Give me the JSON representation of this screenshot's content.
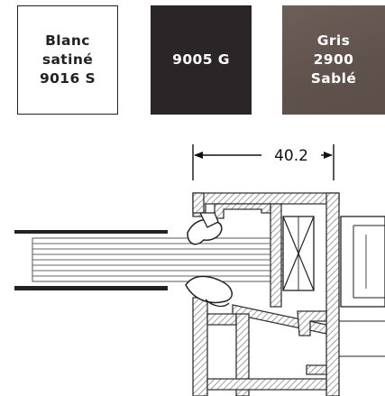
{
  "swatches": [
    {
      "label": "Blanc\nsatiné\n9016 S",
      "color": "#ffffff",
      "text_color": "#222222"
    },
    {
      "label": "9005 G",
      "color": "#2a2627",
      "text_color": "#ffffff"
    },
    {
      "label": "Gris\n2900\nSablé",
      "color": "#5c4f49",
      "text_color": "#ffffff"
    }
  ],
  "drawing": {
    "dimension_label": "40.2"
  }
}
